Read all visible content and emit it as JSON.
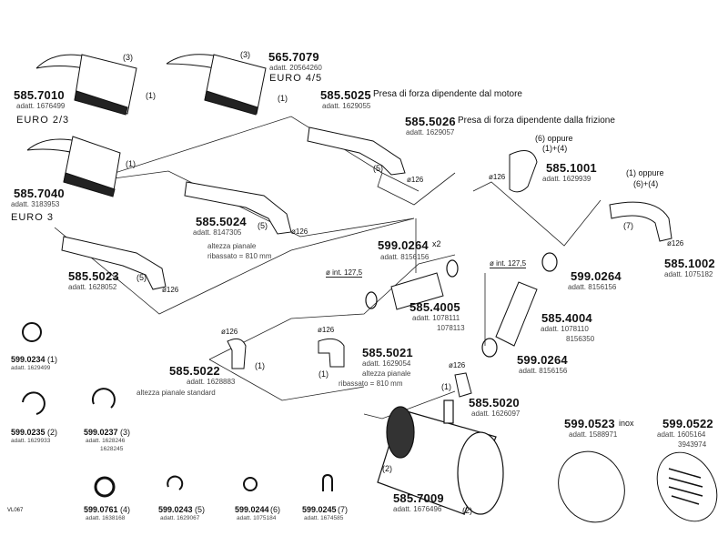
{
  "parts": [
    {
      "code": "585.7010",
      "adatt": "adatt. 1676499",
      "tag": "EURO 2/3"
    },
    {
      "code": "565.7079",
      "adatt": "adatt. 20564260",
      "tag": "EURO 4/5"
    },
    {
      "code": "585.7040",
      "adatt": "adatt. 3183953",
      "tag": "EURO 3"
    },
    {
      "code": "585.5025",
      "adatt": "adatt. 1629055",
      "note": "Presa di forza dipendente dal motore"
    },
    {
      "code": "585.5026",
      "adatt": "adatt. 1629057",
      "note": "Presa di forza dipendente dalla frizione"
    },
    {
      "code": "585.5024",
      "adatt": "adatt. 8147305",
      "note": "altezza pianale",
      "note2": "ribassato = 810 mm"
    },
    {
      "code": "585.5023",
      "adatt": "adatt. 1628052"
    },
    {
      "code": "585.1001",
      "adatt": "adatt. 1629939"
    },
    {
      "code": "585.1002",
      "adatt": "adatt. 1075182"
    },
    {
      "code": "599.0264",
      "adatt": "adatt. 8156156",
      "suffix": "x2"
    },
    {
      "code": "599.0264",
      "adatt": "adatt. 8156156"
    },
    {
      "code": "585.4005",
      "adatt": "adatt. 1078111",
      "adatt2": "1078113"
    },
    {
      "code": "585.4004",
      "adatt": "adatt. 1078110",
      "adatt2": "8156350"
    },
    {
      "code": "599.0264",
      "adatt": "adatt. 8156156"
    },
    {
      "code": "585.5022",
      "adatt": "adatt. 1628883",
      "note": "altezza pianale standard"
    },
    {
      "code": "585.5021",
      "adatt": "adatt. 1629054",
      "note": "altezza pianale",
      "note2": "ribassato = 810 mm"
    },
    {
      "code": "585.5020",
      "adatt": "adatt. 1626097"
    },
    {
      "code": "585.7009",
      "adatt": "adatt. 1676496"
    },
    {
      "code": "599.0523",
      "adatt": "adatt. 1588971",
      "suffix": "inox"
    },
    {
      "code": "599.0522",
      "adatt": "adatt. 1605164",
      "adatt2": "3943974"
    }
  ],
  "small_parts": [
    {
      "code": "599.0234",
      "qty": "(1)",
      "adatt": "adatt. 1629499"
    },
    {
      "code": "599.0235",
      "qty": "(2)",
      "adatt": "adatt. 1629933"
    },
    {
      "code": "599.0237",
      "qty": "(3)",
      "adatt": "adatt. 1628246",
      "adatt2": "1628245"
    },
    {
      "code": "599.0761",
      "qty": "(4)",
      "adatt": "adatt. 1638168"
    },
    {
      "code": "599.0243",
      "qty": "(5)",
      "adatt": "adatt. 1629067"
    },
    {
      "code": "599.0244",
      "qty": "(6)",
      "adatt": "adatt. 1075184"
    },
    {
      "code": "599.0245",
      "qty": "(7)",
      "adatt": "adatt. 1674585"
    }
  ],
  "callouts": {
    "c1": "(1)",
    "c2": "(2)",
    "c3": "(3)",
    "c5": "(5)",
    "c7": "(7)",
    "alt1": "(6) oppure",
    "alt1b": "(1)+(4)",
    "alt2": "(1) oppure",
    "alt2b": "(6)+(4)"
  },
  "dims": {
    "d126": "ø126",
    "int": "ø int. 127,5"
  },
  "page_ref": "VL067"
}
